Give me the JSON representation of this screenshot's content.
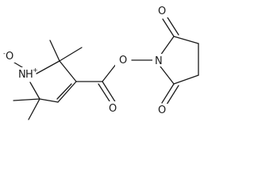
{
  "molecule": {
    "atom_labels": {
      "n_oxide_o": "O",
      "n_oxide_o_charge": "-",
      "ring_n": "N",
      "ring_n_h": "H",
      "ring_n_charge": "+",
      "ester_o_link": "O",
      "carbonyl_o": "O",
      "succinimide_n": "N",
      "imide_o_top": "O",
      "imide_o_bottom": "O"
    }
  }
}
